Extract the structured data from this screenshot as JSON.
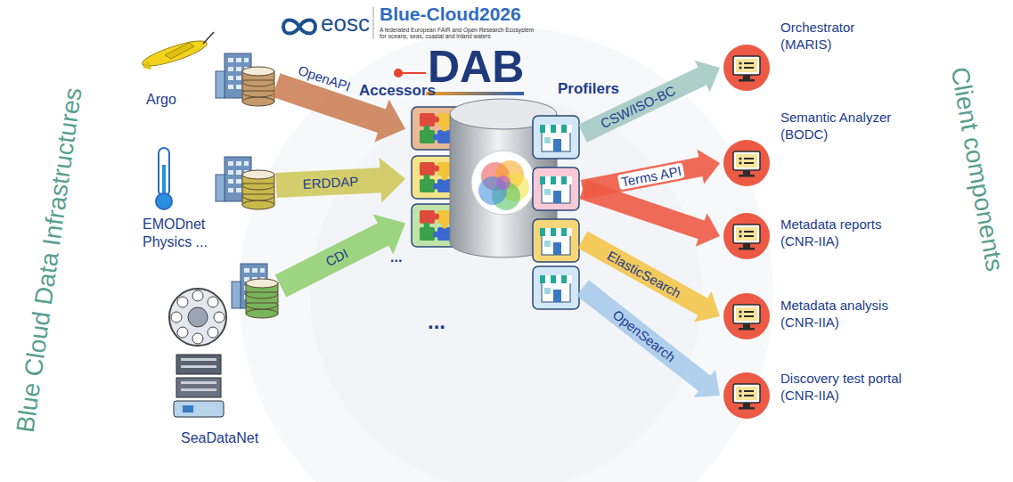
{
  "diagram": {
    "nodes": [
      {
        "text": [
          "Argo"
        ]
      },
      {
        "text": [
          "EMODnet Physics ..."
        ]
      },
      {
        "text": [
          "SeaDataNet"
        ]
      },
      {
        "text": [
          "Accessors"
        ]
      },
      {
        "text": [
          "Profilers"
        ]
      },
      {
        "text": [
          "Orchestrator (MARIS)"
        ]
      },
      {
        "text": [
          "Semantic Analyzer (BODC)"
        ]
      },
      {
        "text": [
          "Metadata reports (CNR-IIA)"
        ]
      },
      {
        "text": [
          "Metadata analysis (CNR-IIA)"
        ]
      },
      {
        "text": [
          "Discovery test portal (CNR-IIA)"
        ]
      }
    ],
    "edges": [
      {
        "from": 0,
        "to": 3,
        "arrow": "to",
        "label": "OpenAPI"
      },
      {
        "from": 1,
        "to": 3,
        "arrow": "to",
        "label": "ERDDAP"
      },
      {
        "from": 2,
        "to": 3,
        "arrow": "to",
        "label": "CDI"
      },
      {
        "from": 4,
        "to": 5,
        "arrow": "to",
        "label": "CSW/ISO-BC"
      },
      {
        "from": 4,
        "to": 6,
        "arrow": "to",
        "label": "Terms API"
      },
      {
        "from": 4,
        "to": 7,
        "arrow": "to"
      },
      {
        "from": 4,
        "to": 8,
        "arrow": "to",
        "label": "ElasticSearch"
      },
      {
        "from": 4,
        "to": 9,
        "arrow": "to",
        "label": "OpenSearch"
      }
    ],
    "labels": [
      "eosc",
      "Blue-Cloud2026",
      "A federated European FAIR and Open Research Ecosystem for oceans, seas, coastal and inland waters",
      "DAB",
      "Blue Cloud Data Infrastructures",
      "Client components",
      "...",
      "..."
    ]
  }
}
